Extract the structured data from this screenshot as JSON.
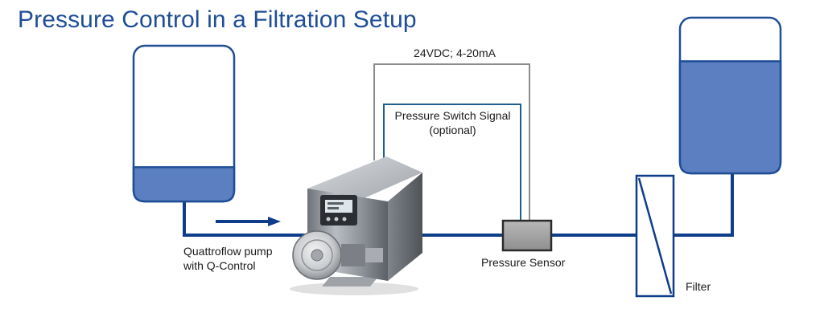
{
  "title": "Pressure Control in a Filtration Setup",
  "labels": {
    "power_signal": "24VDC; 4-20mA",
    "switch_signal_line1": "Pressure Switch Signal",
    "switch_signal_line2": "(optional)",
    "pump_line1": "Quattroflow pump",
    "pump_line2": "with Q-Control",
    "sensor": "Pressure Sensor",
    "filter": "Filter"
  },
  "colors": {
    "title": "#1f4e96",
    "pipe": "#0f3d8a",
    "tank_liquid": "#5b7fc0",
    "tank_outline": "#1f4e96",
    "signal_wire_power": "#8c8c8c",
    "signal_wire_switch": "#1f5f8e",
    "sensor_fill": "#a6a6a6"
  },
  "levels": {
    "source_tank_fill_fraction": 0.22,
    "receiving_tank_fill_fraction": 0.72
  }
}
